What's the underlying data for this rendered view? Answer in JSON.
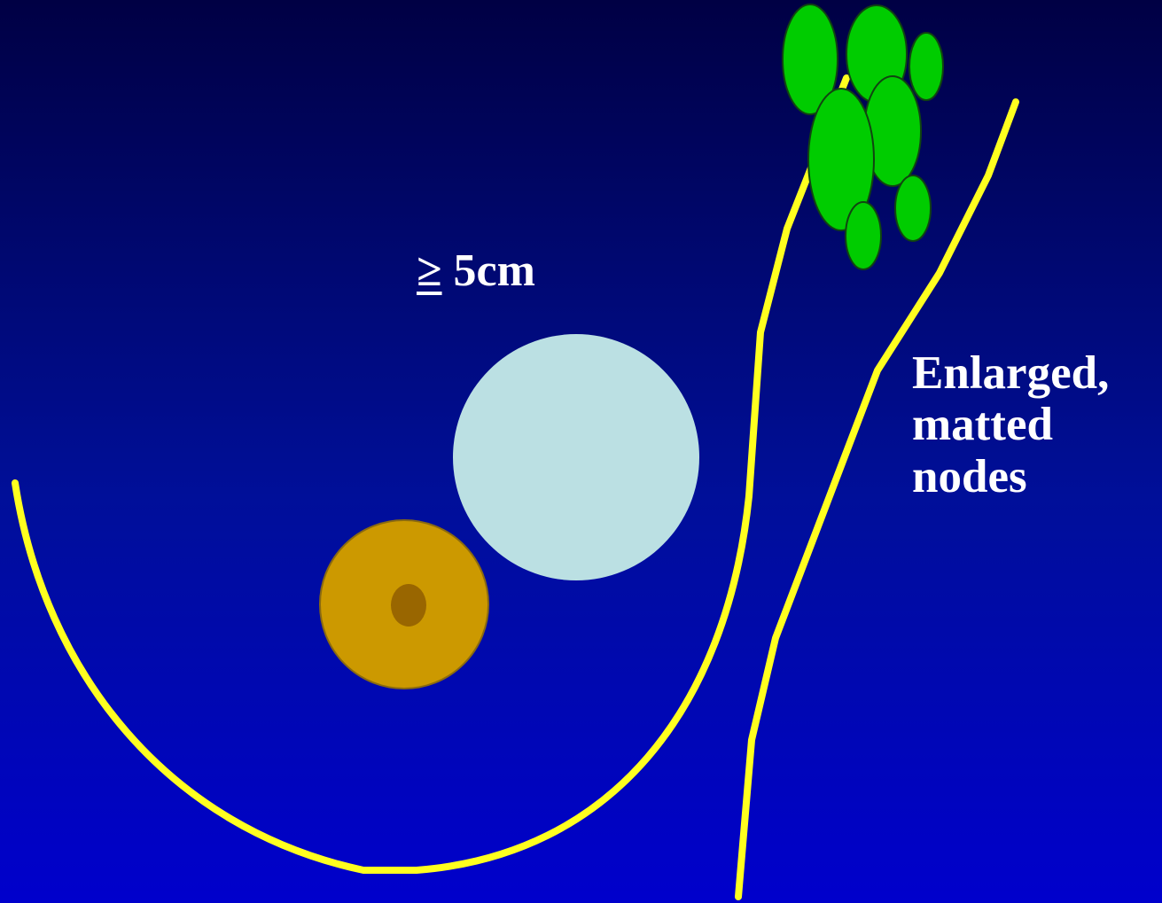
{
  "size_label": {
    "symbol": "≥",
    "text": " 5cm"
  },
  "nodes_label": {
    "lines": [
      "Enlarged,",
      "matted",
      "nodes"
    ]
  },
  "colors": {
    "background_top": "#000044",
    "background_bottom": "#0000cc",
    "outline": "#ffff1f",
    "tumor": "#bbe0e3",
    "nipple_areola": "#cc9900",
    "nipple_center": "#996600",
    "lymph_nodes": "#00cc00",
    "text": "#ffffff"
  }
}
